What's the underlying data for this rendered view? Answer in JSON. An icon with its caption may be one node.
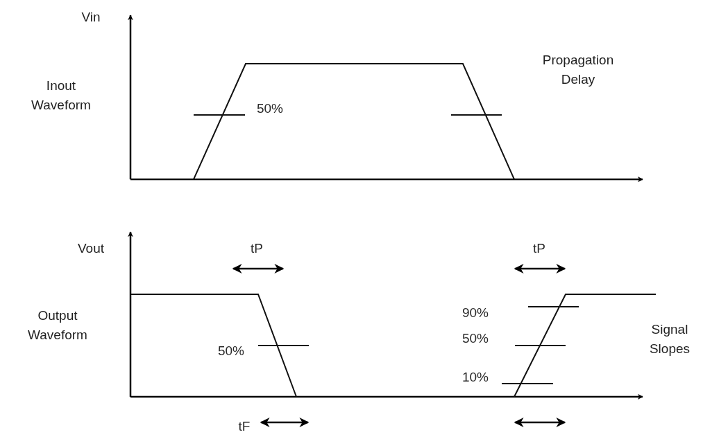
{
  "diagram": {
    "labels": [
      "Vin",
      "Propagation Delay",
      "Inout Waveform",
      "50%",
      "Vout",
      "tP",
      "tP",
      "90%",
      "Output Waveform",
      "50%",
      "Signal Slopes",
      "50%",
      "10%",
      "tF"
    ]
  }
}
